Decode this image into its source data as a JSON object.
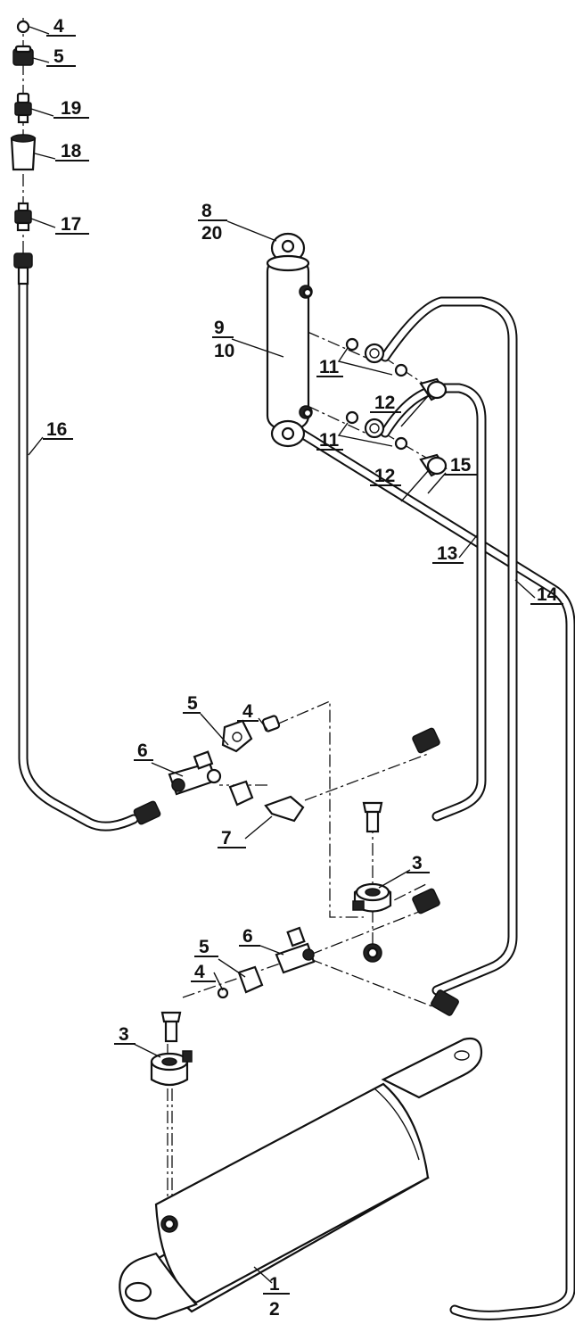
{
  "callouts": [
    {
      "id": "c4a",
      "text": "4"
    },
    {
      "id": "c5a",
      "text": "5"
    },
    {
      "id": "c19",
      "text": "19"
    },
    {
      "id": "c18",
      "text": "18"
    },
    {
      "id": "c17",
      "text": "17"
    },
    {
      "id": "c16",
      "text": "16"
    },
    {
      "id": "c15",
      "text": "15"
    },
    {
      "id": "c8",
      "text": "8"
    },
    {
      "id": "c20",
      "text": "20"
    },
    {
      "id": "c9",
      "text": "9"
    },
    {
      "id": "c10",
      "text": "10"
    },
    {
      "id": "c11a",
      "text": "11"
    },
    {
      "id": "c12a",
      "text": "12"
    },
    {
      "id": "c11b",
      "text": "11"
    },
    {
      "id": "c12b",
      "text": "12"
    },
    {
      "id": "c13",
      "text": "13"
    },
    {
      "id": "c14",
      "text": "14"
    },
    {
      "id": "c5b",
      "text": "5"
    },
    {
      "id": "c4b",
      "text": "4"
    },
    {
      "id": "c6a",
      "text": "6"
    },
    {
      "id": "c7",
      "text": "7"
    },
    {
      "id": "c3a",
      "text": "3"
    },
    {
      "id": "c5c",
      "text": "5"
    },
    {
      "id": "c6b",
      "text": "6"
    },
    {
      "id": "c4c",
      "text": "4"
    },
    {
      "id": "c3b",
      "text": "3"
    },
    {
      "id": "c1",
      "text": "1"
    },
    {
      "id": "c2",
      "text": "2"
    }
  ]
}
